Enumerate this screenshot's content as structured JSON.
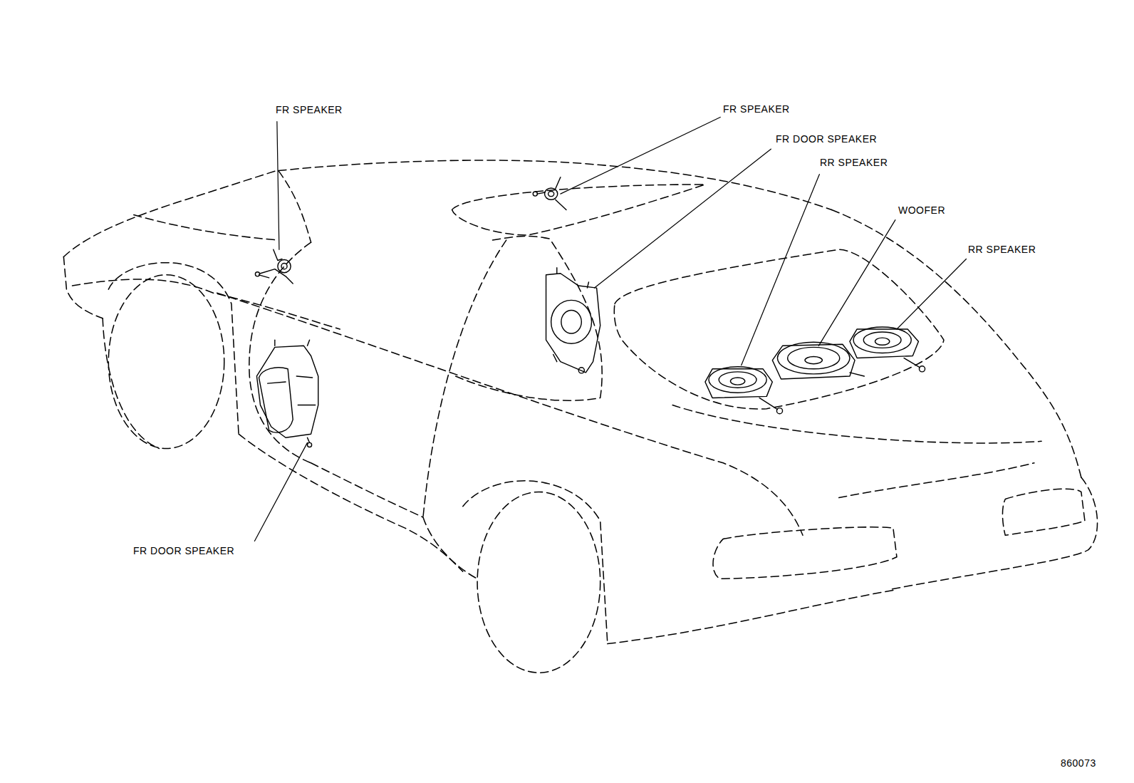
{
  "diagram": {
    "labels": [
      "FR SPEAKER",
      "FR SPEAKER",
      "FR DOOR SPEAKER",
      "RR SPEAKER",
      "WOOFER",
      "RR SPEAKER",
      "FR DOOR SPEAKER",
      "860073"
    ]
  }
}
